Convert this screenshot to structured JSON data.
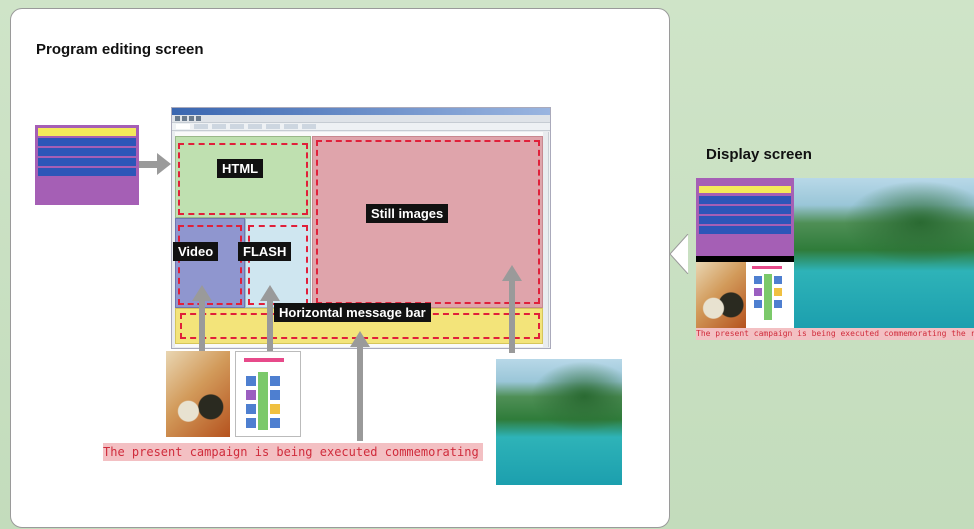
{
  "left_panel": {
    "title": "Program editing screen"
  },
  "right_panel": {
    "title": "Display screen"
  },
  "zones": {
    "html": "HTML",
    "video": "Video",
    "flash": "FLASH",
    "still": "Still images",
    "message": "Horizontal message bar"
  },
  "message_text": "The present campaign is being executed commemorating the renew",
  "display_message_text": "The present campaign is being executed commemorating the renewal in t",
  "colors": {
    "html_zone": "#bfe0b0",
    "video_zone": "#8f96cf",
    "flash_zone": "#cfe6f0",
    "still_zone": "#dfa4ab",
    "message_zone": "#f3e47a",
    "dash": "#e0203a",
    "arrow": "#9a9a9a",
    "message_text": "#d02c3c",
    "message_bg": "#f3c0c3"
  }
}
